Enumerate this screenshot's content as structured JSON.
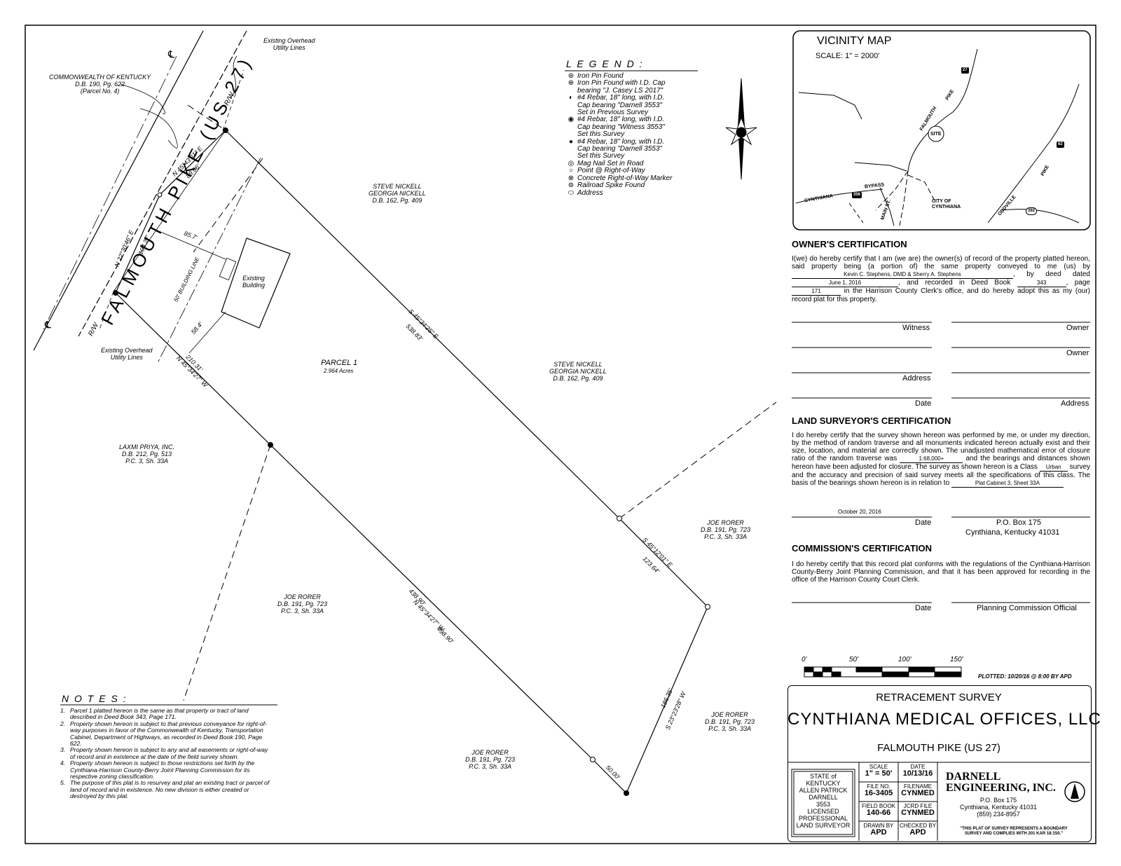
{
  "road": {
    "name": "FALMOUTH PIKE (US 27)",
    "rw_label": "R/W",
    "centerline_mark": "℄",
    "overhead_lines_label_1": "Existing Overhead\nUtility Lines",
    "overhead_lines_label_2": "Existing Overhead\nUtility Lines"
  },
  "owners": [
    {
      "id": "commonwealth",
      "lines": [
        "COMMONWEALTH OF KENTUCKY",
        "D.B. 190, Pg. 622",
        "(Parcel No. 4)"
      ]
    },
    {
      "id": "nickell-1",
      "lines": [
        "STEVE NICKELL",
        "GEORGIA NICKELL",
        "D.B. 162, Pg. 409"
      ]
    },
    {
      "id": "nickell-2",
      "lines": [
        "STEVE NICKELL",
        "GEORGIA NICKELL",
        "D.B. 162, Pg. 409"
      ]
    },
    {
      "id": "laxmi",
      "lines": [
        "LAXMI PRIYA, INC.",
        "D.B. 212, Pg. 513",
        "P.C. 3, Sh. 33A"
      ]
    },
    {
      "id": "rorer-1",
      "lines": [
        "JOE RORER",
        "D.B. 191, Pg. 723",
        "P.C. 3, Sh. 33A"
      ]
    },
    {
      "id": "rorer-2",
      "lines": [
        "JOE RORER",
        "D.B. 191, Pg. 723",
        "P.C. 3, Sh. 33A"
      ]
    },
    {
      "id": "rorer-3",
      "lines": [
        "JOE RORER",
        "D.B. 191, Pg. 723",
        "P.C. 3, Sh. 33A"
      ]
    },
    {
      "id": "rorer-4",
      "lines": [
        "JOE RORER",
        "D.B. 191, Pg. 723",
        "P.C. 3, Sh. 33A"
      ]
    }
  ],
  "parcel": {
    "name": "PARCEL 1",
    "area": "2.964 Acres",
    "building": "Existing\nBuilding",
    "building_line": "50' BUILDING LINE"
  },
  "calls": {
    "c1_bearing": "N 45°43'21\" E",
    "c1_dist": "89.66'",
    "c2_bearing": "N 22°30'46\" E",
    "c2_dist": "104.27'",
    "c3_bearing": "S 45°34'25\" E",
    "c3_dist": "538.83'",
    "c4_bearing": "S 45°12'01\" E",
    "c4_dist": "123.64'",
    "c5_bearing": "S 23°23'28\" W",
    "c5_dist": "186.35'",
    "c6_dist": "50.00'",
    "c7_bearing": "N 45°34'27\" W",
    "c7_dist": "498.90'",
    "c7_dist_b": "438.90'",
    "c8_bearing": "N 45°34'27\" W",
    "c8_dist": "210.31'",
    "dim_1": "85.7'",
    "dim_2": "58.4'"
  },
  "legend": {
    "title": "L E G E N D :",
    "items": [
      {
        "sym": "⊛",
        "text": "Iron Pin Found"
      },
      {
        "sym": "⊕",
        "text": "Iron Pin Found with I.D. Cap\nbearing \"J. Casey LS 2017\""
      },
      {
        "sym": "◐",
        "text": "#4 Rebar, 18\" long, with I.D.\nCap bearing \"Darnell 3553\"\nSet in Previous Survey"
      },
      {
        "sym": "◉",
        "text": "#4 Rebar, 18\" long, with I.D.\nCap bearing \"Witness 3553\"\nSet this Survey"
      },
      {
        "sym": "●",
        "text": "#4 Rebar, 18\" long, with I.D.\nCap bearing \"Darnell 3553\"\nSet this Survey"
      },
      {
        "sym": "◎",
        "text": "Mag Nail Set in Road"
      },
      {
        "sym": "○",
        "text": "Point @ Right-of-Way"
      },
      {
        "sym": "⊗",
        "text": "Concrete Right-of-Way Marker"
      },
      {
        "sym": "⊚",
        "text": "Railroad Spike Found"
      },
      {
        "sym": "⬭",
        "text": "Address"
      }
    ]
  },
  "notes": {
    "title": "N O T E S :",
    "items": [
      {
        "n": "1.",
        "text": "Parcel 1 platted hereon is the same as that property or tract of land described in Deed Book 343, Page 171."
      },
      {
        "n": "2.",
        "text": "Property shown hereon is subject to that previous conveyance for right-of-way purposes in favor of the Commonwealth of Kentucky, Transportation Cabinet, Department of Highways, as recorded in Deed Book 190, Page 622."
      },
      {
        "n": "3.",
        "text": "Property shown hereon is subject to any and all easements or right-of-way of record and in existence at the date of the field survey shown."
      },
      {
        "n": "4.",
        "text": "Property shown hereon is subject to those restrictions set forth by the Cynthiana-Harrison County-Berry Joint Planning Commission for its respective zoning classification."
      },
      {
        "n": "5.",
        "text": "The purpose of this plat is to resurvey and plat an existing tract or parcel of land of record and in existence. No new division is either created or destroyed by this plat."
      }
    ]
  },
  "vicinity": {
    "title": "VICINITY MAP",
    "scale": "SCALE:  1\" = 2000'",
    "labels": {
      "falmouth": "FALMOUTH",
      "pike": "PIKE",
      "site": "SITE",
      "cynthiana": "CYNTHIANA",
      "bypass": "BYPASS",
      "main": "MAIN ST.",
      "city": "CITY OF\nCYNTHIANA",
      "oddville": "ODDVILLE",
      "pike2": "PIKE",
      "r27": "27",
      "r62": "62",
      "r392": "392",
      "r356": "356"
    }
  },
  "owner_cert": {
    "title": "OWNER'S CERTIFICATION",
    "p1": "I(we) do hereby certify that I am (we are) the owner(s) of record of the property platted hereon, said property being (a portion of) the same property conveyed to me (us)",
    "by": "by",
    "by_value": "Kevin C. Stephens, DMD & Sherry A. Stephens",
    "deed_dated": ", by deed dated",
    "date_value": "June 1, 2016",
    "recorded": ", and recorded in Deed Book",
    "book_value": "343",
    "page_word": ", page",
    "page_value": "171",
    "p2": "in the Harrison County Clerk's office, and do hereby adopt this as my (our) record plat for this property.",
    "witness": "Witness",
    "owner1": "Owner",
    "owner2": "Owner",
    "address1": "Address",
    "date": "Date",
    "address2": "Address"
  },
  "surveyor_cert": {
    "title": "LAND SURVEYOR'S CERTIFICATION",
    "p1": "I do hereby certify that the survey shown hereon was performed by me, or under my direction, by the method of random traverse and all monuments indicated hereon actually exist and their size, location, and material are correctly shown.  The unadjusted mathematical error of closure ratio of the random traverse was",
    "ratio": "1:68,000+",
    "p2": "and the bearings and distances shown hereon have been adjusted for closure.  The survey as shown hereon is a Class",
    "class": "Urban",
    "p3": "survey and the accuracy and precision of said survey meets all the specifications of this class.  The basis of the bearings shown hereon is in relation to",
    "basis": "Plat Cabinet 3, Sheet 33A",
    "date_value": "October 20, 2016",
    "date": "Date",
    "po": "P.O. Box 175",
    "city": "Cynthiana, Kentucky   41031"
  },
  "commission_cert": {
    "title": "COMMISSION'S CERTIFICATION",
    "p1": "I do hereby certify that this record plat conforms with the regulations of the Cynthiana-Harrison County-Berry Joint Planning Commission, and that it has been approved for recording in the office of the Harrison County Court Clerk.",
    "date": "Date",
    "official": "Planning Commission Official"
  },
  "scale_bar": {
    "t0": "0'",
    "t1": "50'",
    "t2": "100'",
    "t3": "150'"
  },
  "plotted": "PLOTTED:  10/20/16 @ 8:00 BY APD",
  "title_block": {
    "type": "RETRACEMENT SURVEY",
    "client": "CYNTHIANA MEDICAL OFFICES, LLC",
    "road": "FALMOUTH PIKE (US 27)",
    "seal": [
      "STATE of KENTUCKY",
      "ALLEN PATRICK",
      "DARNELL",
      "3553",
      "LICENSED",
      "PROFESSIONAL",
      "LAND SURVEYOR"
    ],
    "scale_h": "SCALE",
    "scale_v": "1\" = 50'",
    "date_h": "DATE",
    "date_v": "10/13/16",
    "file_h": "FILE NO.",
    "file_v": "16-3405",
    "fname_h": "FILENAME",
    "fname_v": "CYNMED",
    "fb_h": "FIELD BOOK",
    "fb_v": "140-66",
    "jcrd_h": "JCRD FILE",
    "jcrd_v": "CYNMED",
    "drawn_h": "DRAWN BY",
    "drawn_v": "APD",
    "checked_h": "CHECKED BY",
    "checked_v": "APD",
    "firm1": "DARNELL",
    "firm2": "ENGINEERING, INC.",
    "addr1": "P.O. Box 175",
    "addr2": "Cynthiana, Kentucky 41031",
    "phone": "(859) 234-8957",
    "disclaimer": "\"THIS PLAT OF SURVEY REPRESENTS A BOUNDARY\nSURVEY AND COMPLIES WITH 201 KAR 18:150.\""
  }
}
